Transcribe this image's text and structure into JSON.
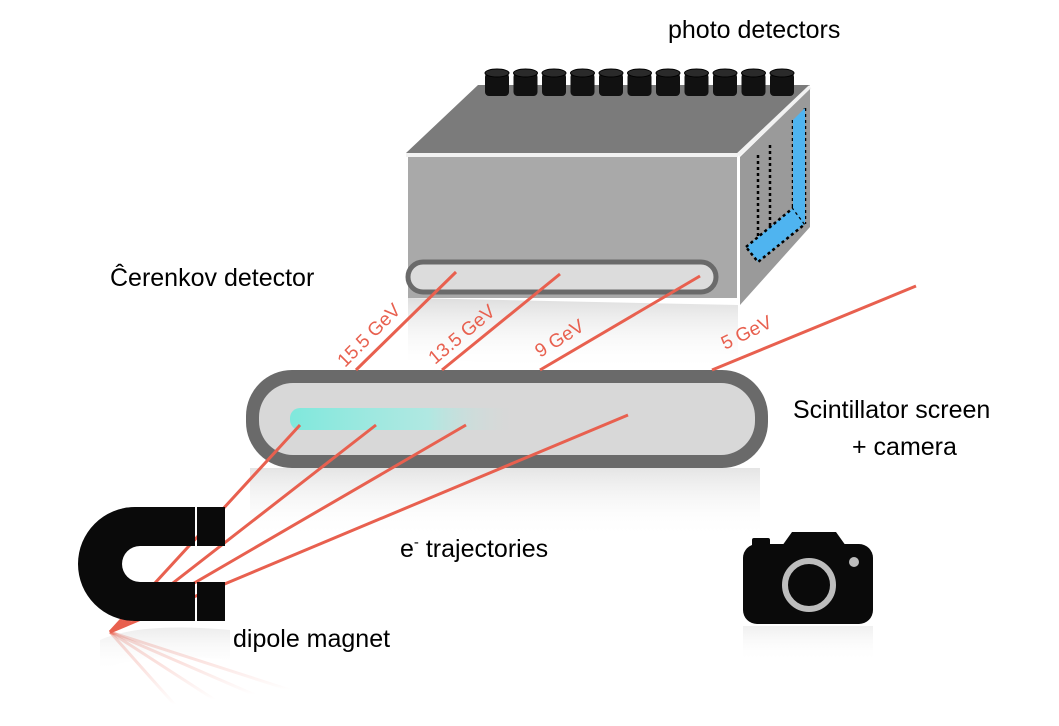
{
  "labels": {
    "photo_detectors": "photo detectors",
    "cerenkov_detector": "Ĉerenkov detector",
    "scintillator_line1": "Scintillator screen",
    "scintillator_line2": "+ camera",
    "trajectories_prefix": "e",
    "trajectories_sup": "-",
    "trajectories_suffix": " trajectories",
    "dipole_magnet": "dipole magnet"
  },
  "energies": [
    {
      "label": "15.5 GeV",
      "value": 15.5
    },
    {
      "label": "13.5 GeV",
      "value": 13.5
    },
    {
      "label": "9 GeV",
      "value": 9
    },
    {
      "label": "5 GeV",
      "value": 5
    }
  ],
  "colors": {
    "trajectory": "#e8604f",
    "box_front": "#a9a9a9",
    "box_top": "#7b7b7b",
    "box_side": "#9a9a9a",
    "screen_frame": "#6a6a6a",
    "screen_face": "#d8d8d8",
    "scintillation_glow": "#7fe8dc",
    "cerenkov_light": "#4fb4f0",
    "pmt": "#111111"
  },
  "icons": {
    "magnet": "horseshoe-magnet-icon",
    "camera": "camera-icon"
  }
}
